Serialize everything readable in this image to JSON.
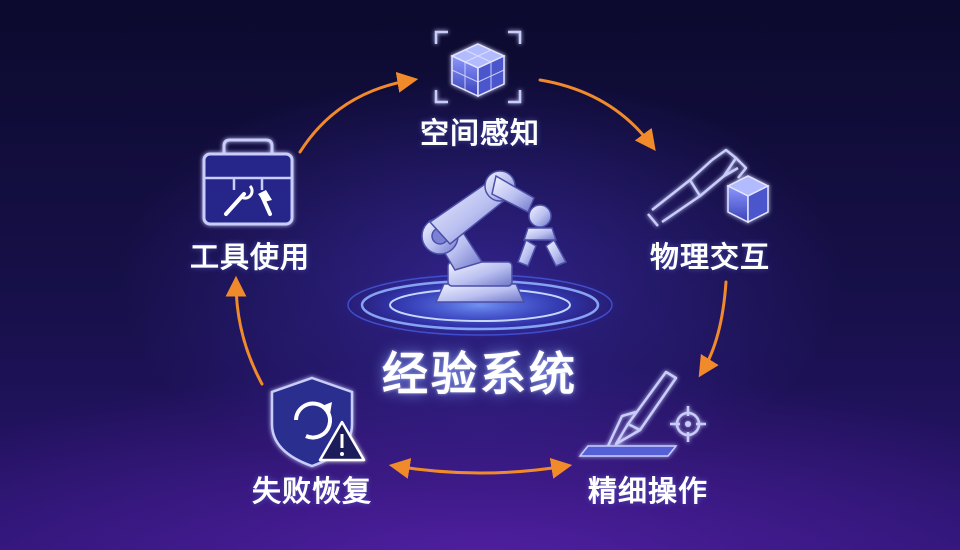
{
  "center": {
    "label": "经验系统"
  },
  "nodes": [
    {
      "id": "spatial",
      "label": "空间感知",
      "icon": "cube-scan-icon"
    },
    {
      "id": "physical",
      "label": "物理交互",
      "icon": "robot-hand-box-icon"
    },
    {
      "id": "precise",
      "label": "精细操作",
      "icon": "pen-target-icon"
    },
    {
      "id": "recovery",
      "label": "失败恢复",
      "icon": "shield-refresh-warning-icon"
    },
    {
      "id": "tools",
      "label": "工具使用",
      "icon": "toolbox-icon"
    }
  ],
  "colors": {
    "arrow": "#f08a2a",
    "icon_stroke": "#c9cdfc",
    "glow": "#5a74ff",
    "warning": "#ffffff"
  }
}
